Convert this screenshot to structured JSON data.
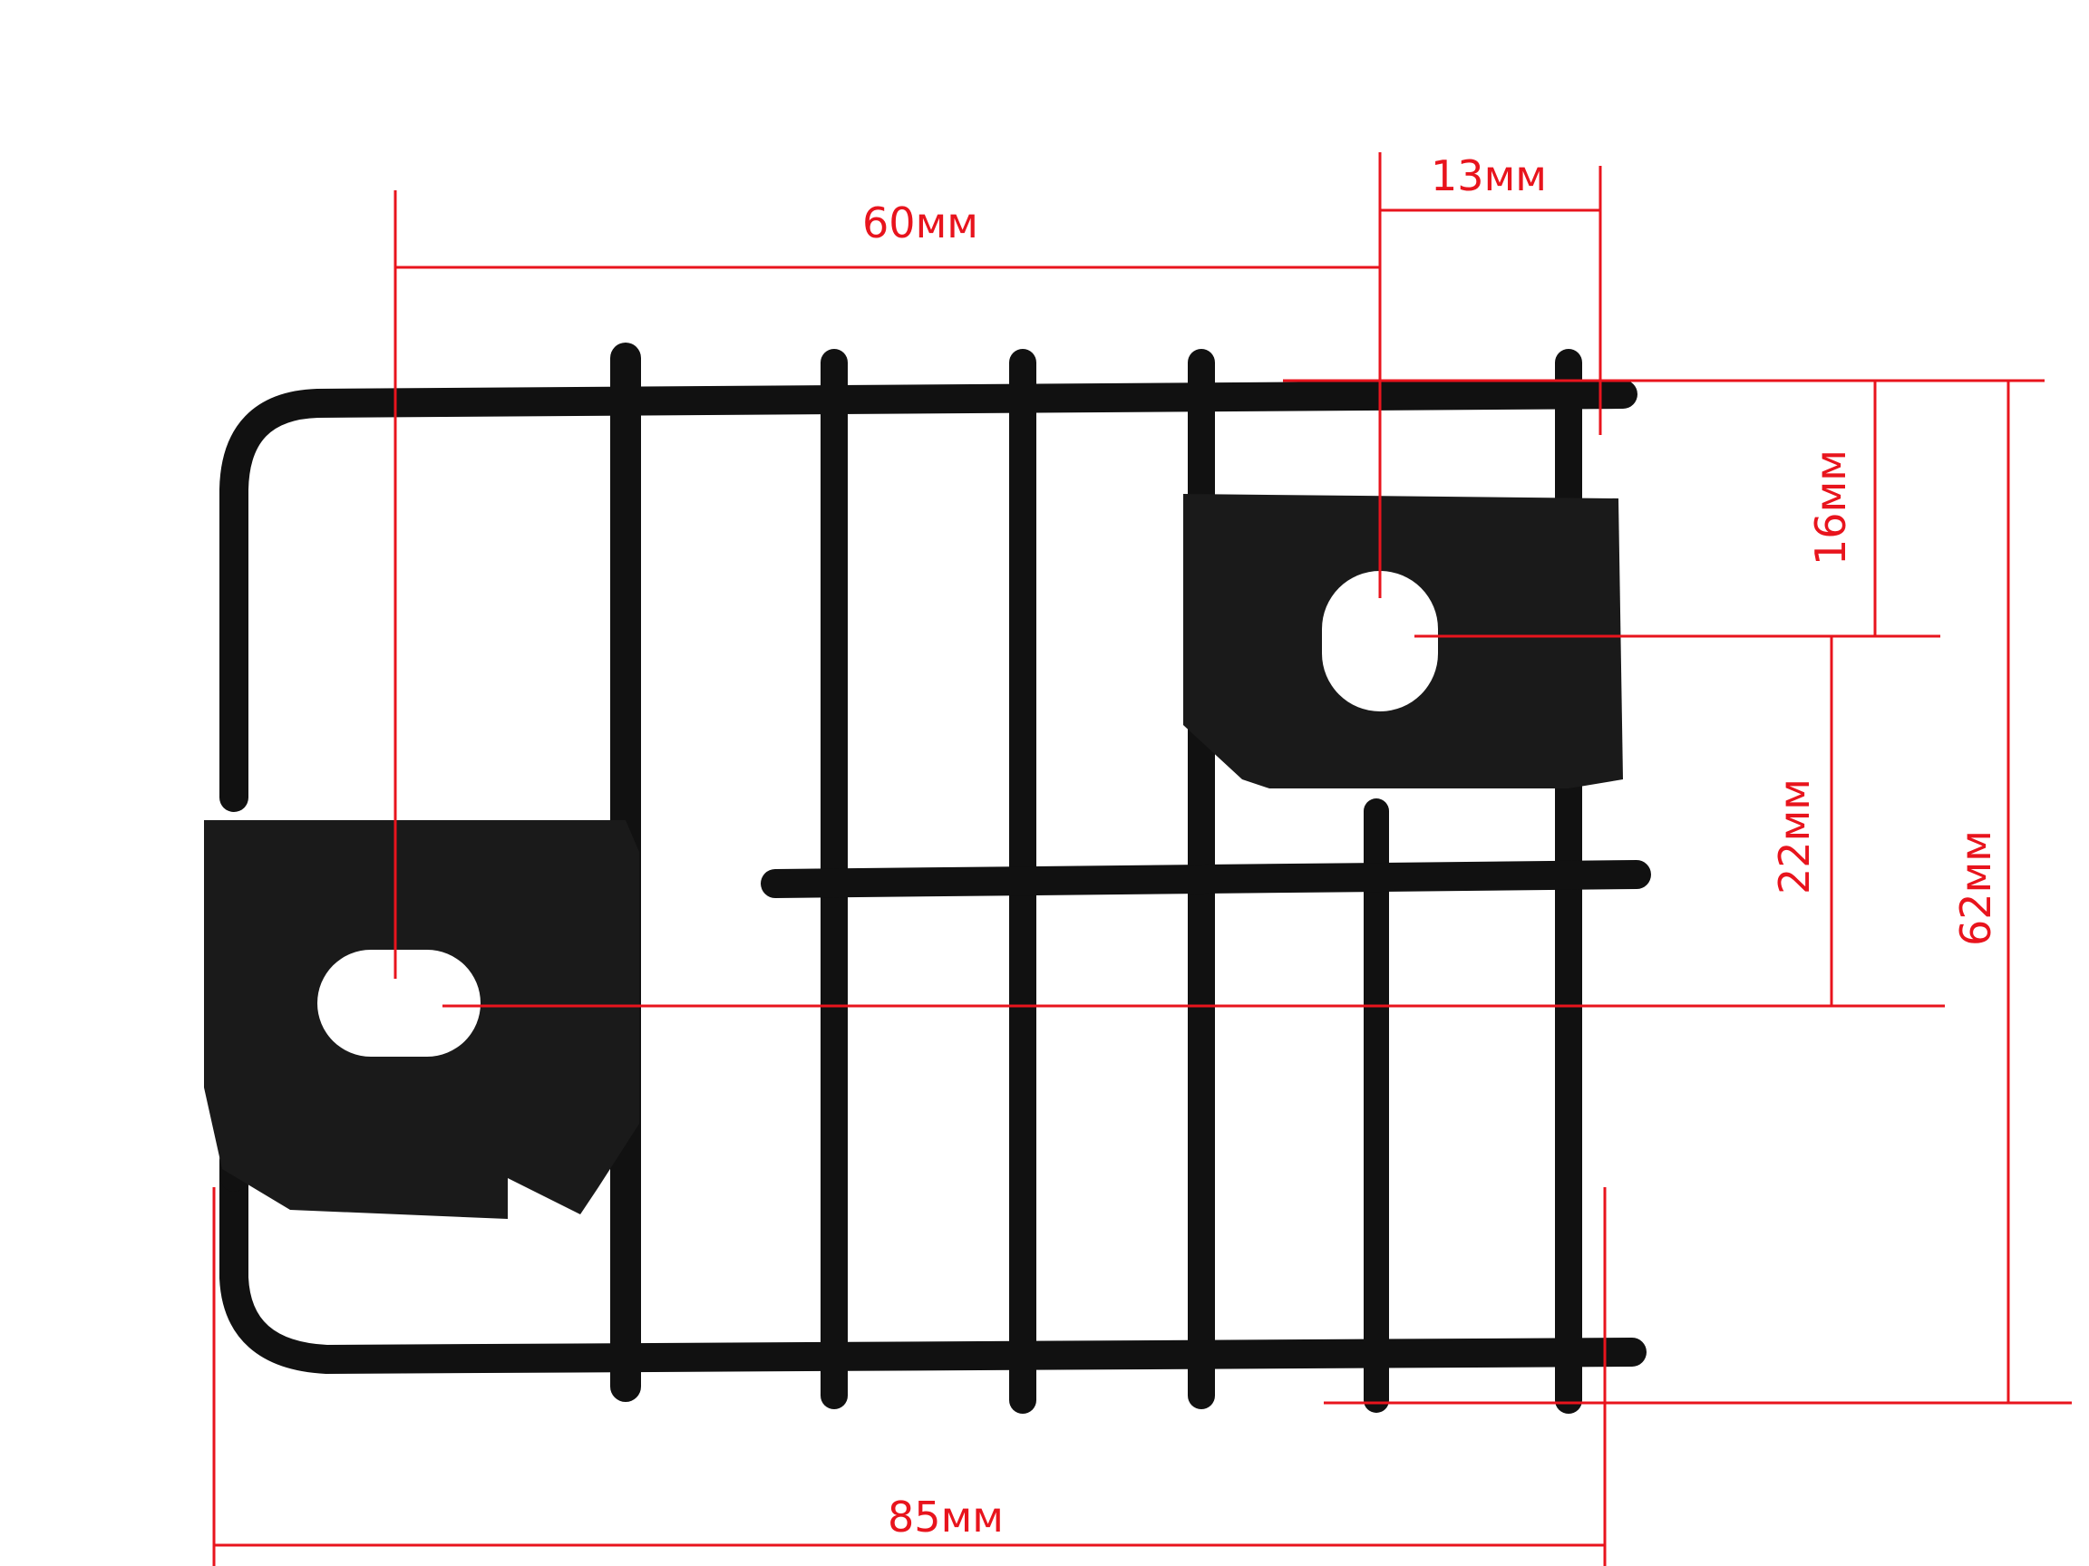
{
  "dimensions": {
    "width_total": "85мм",
    "hole_spacing_horizontal": "60мм",
    "right_hole_offset": "13мм",
    "right_hole_from_top": "16мм",
    "hole_spacing_vertical": "22мм",
    "height_total": "62мм"
  },
  "colors": {
    "dimension": "#e8141d",
    "part": "#111111",
    "background": "#ffffff"
  }
}
